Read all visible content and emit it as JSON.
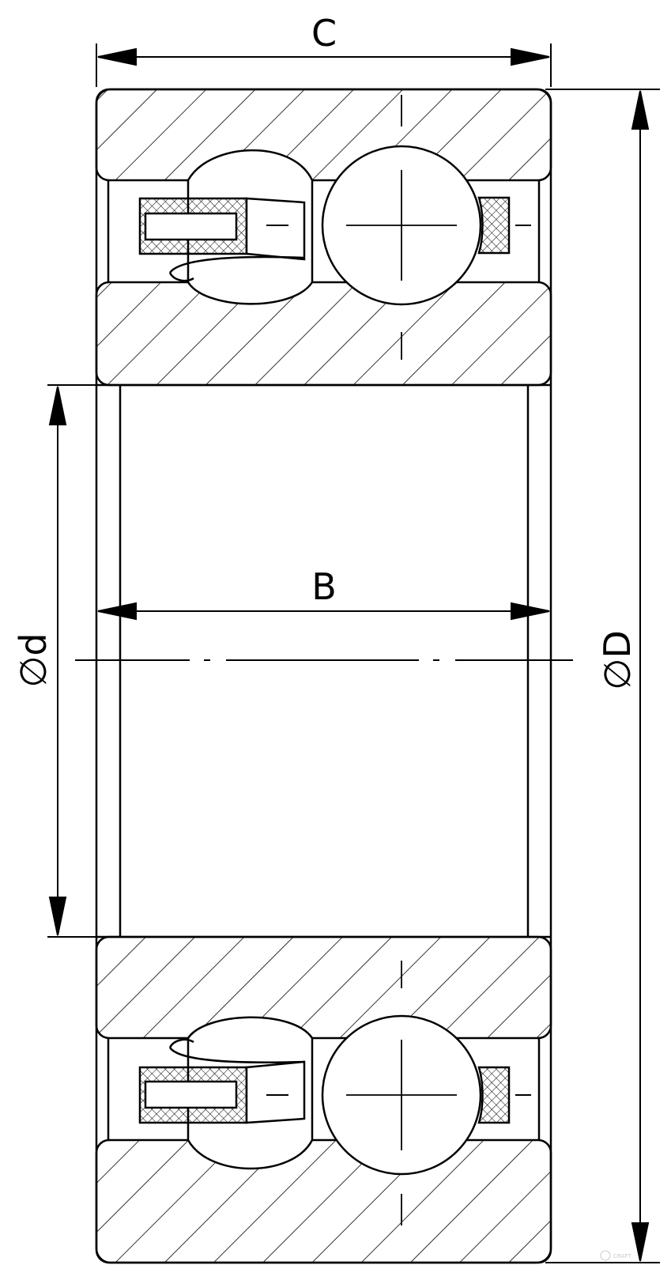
{
  "dimensions": {
    "C": "C",
    "B": "B",
    "d": "d",
    "D": "D",
    "diameter_symbol": "∅"
  },
  "watermark": "CRAFT",
  "colors": {
    "line": "#000000",
    "background": "#ffffff"
  }
}
